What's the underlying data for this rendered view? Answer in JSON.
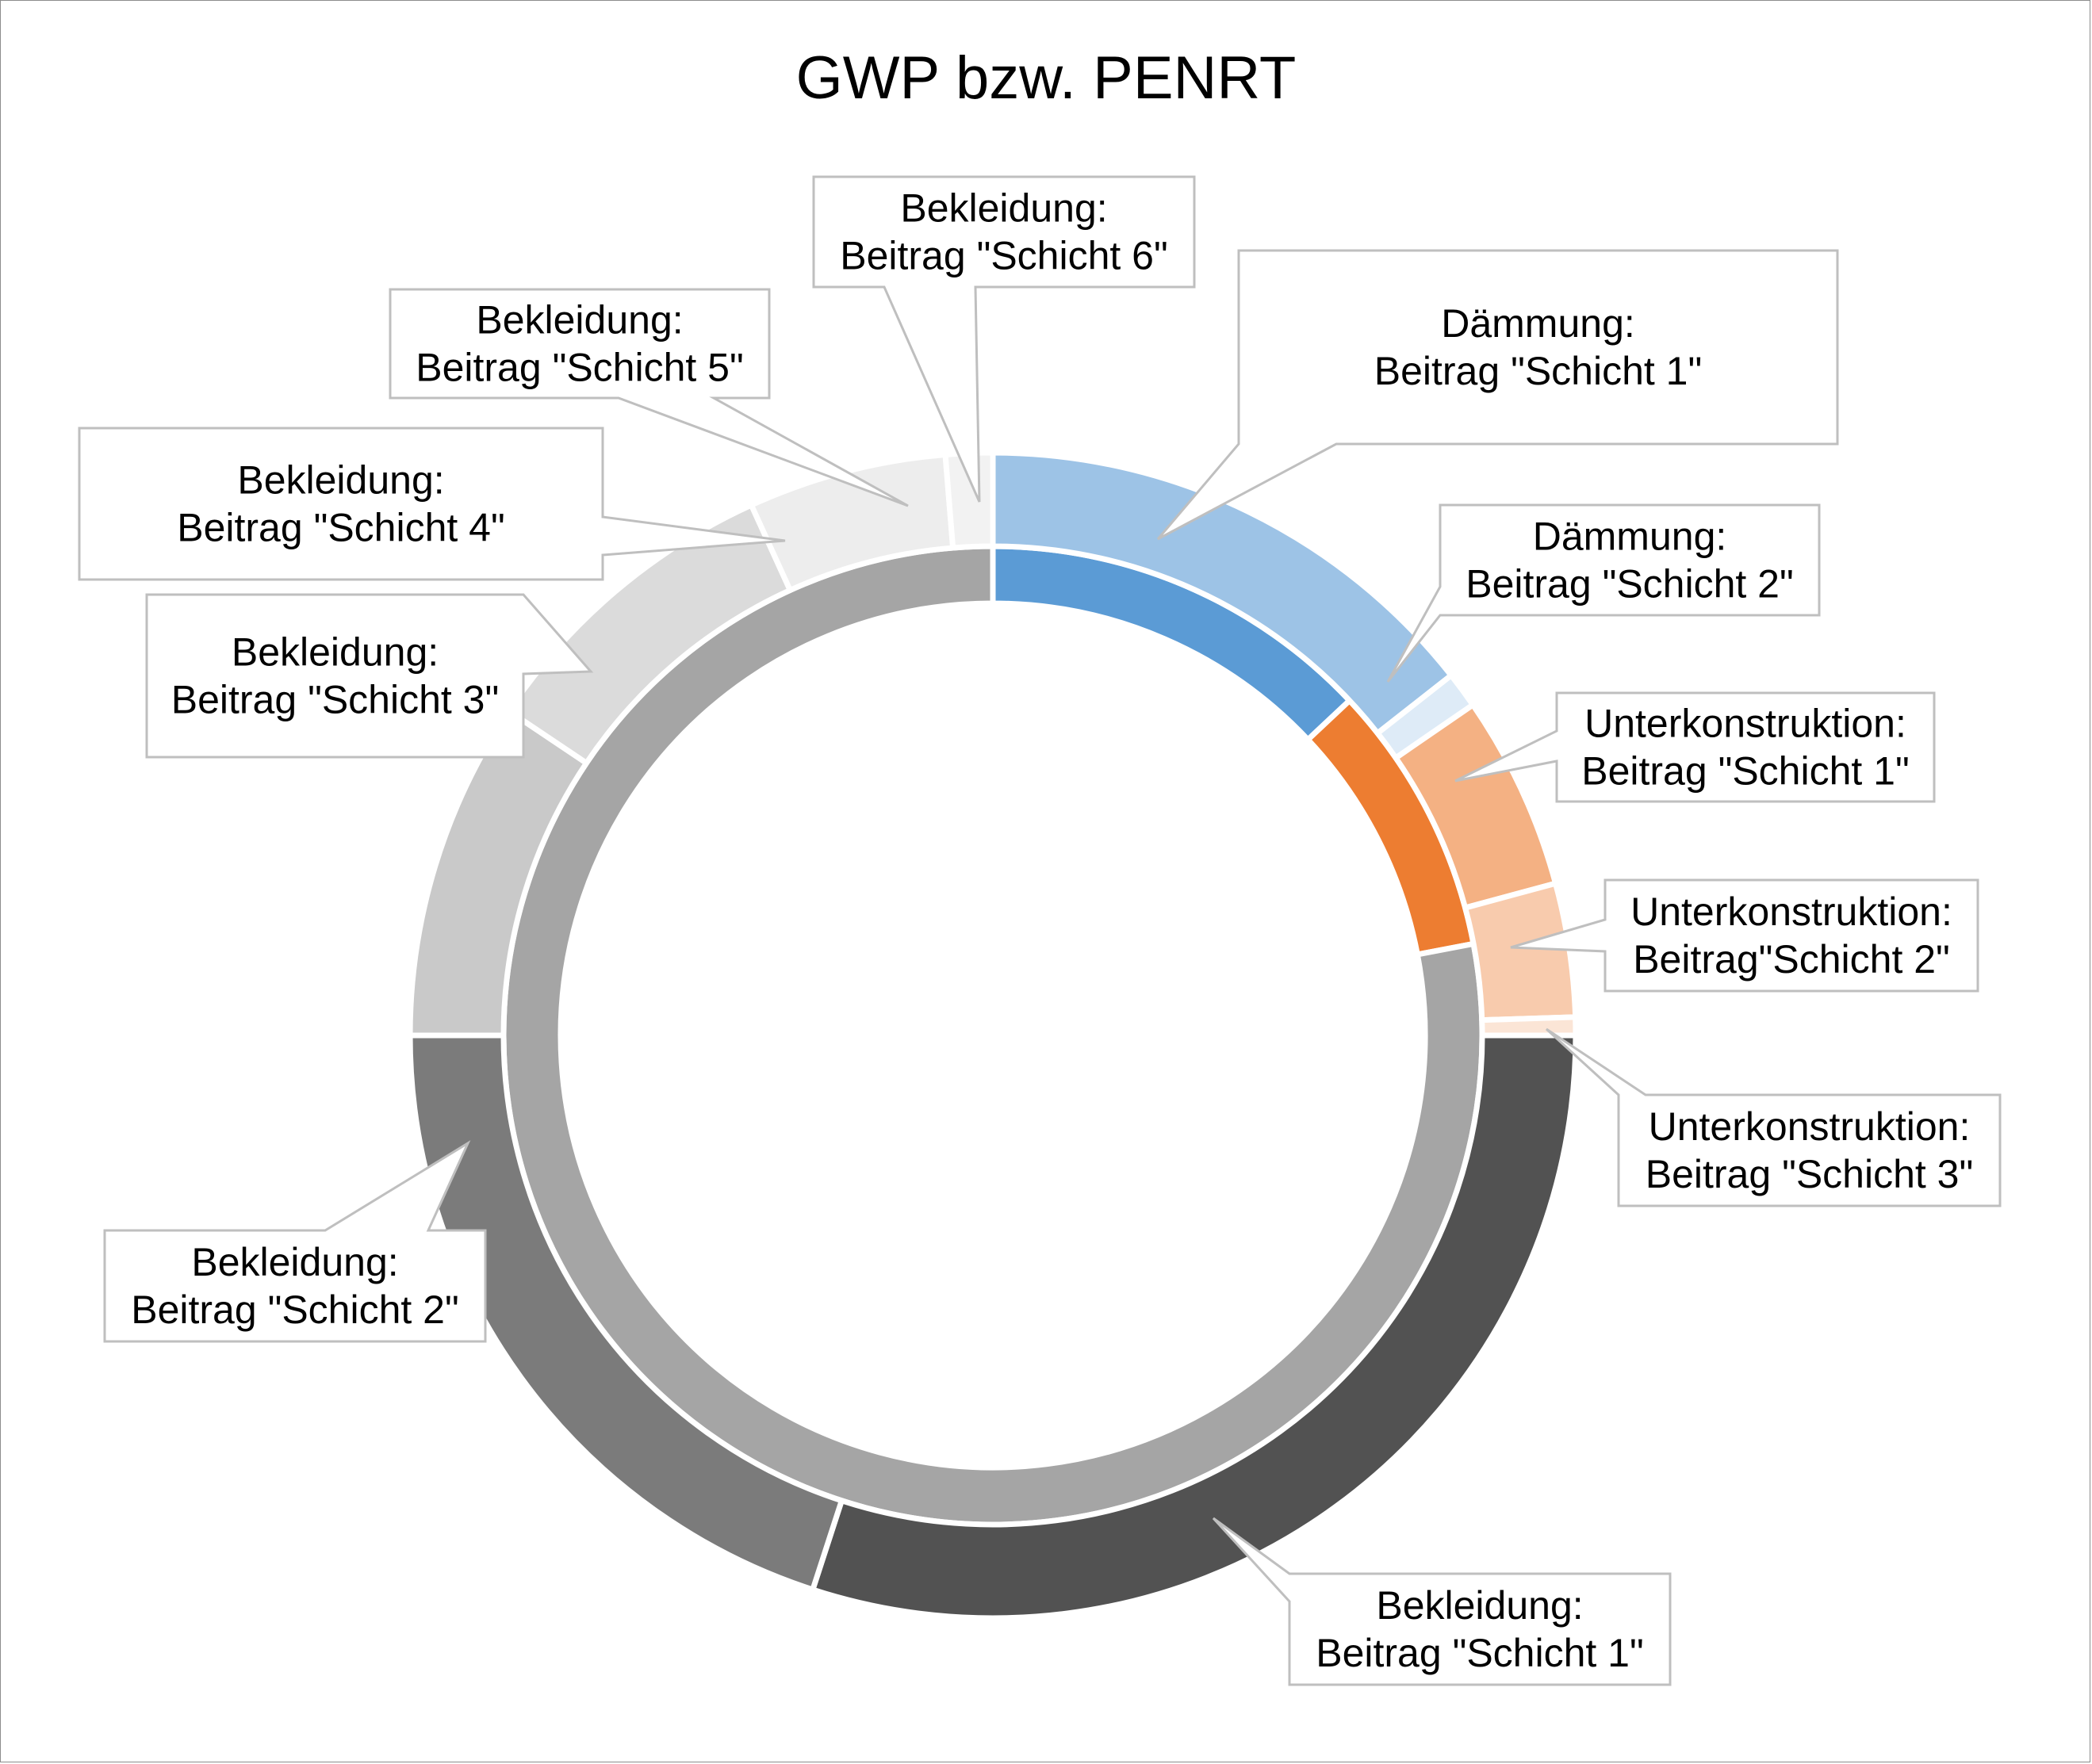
{
  "chart_data": {
    "type": "pie",
    "subtype": "doughnut",
    "title": "GWP bzw. PENRT",
    "rings": [
      {
        "ring": "inner",
        "slices": [
          {
            "value": 13.0,
            "color": "#5b9bd5"
          },
          {
            "value": 9.0,
            "color": "#ed7d31"
          },
          {
            "value": 78.0,
            "color": "#a5a5a5"
          }
        ]
      },
      {
        "ring": "outer",
        "slices": [
          {
            "value": 14.4,
            "color": "#9dc3e6",
            "label": [
              "Dämmung:",
              "Beitrag \"Schicht 1\""
            ]
          },
          {
            "value": 1.0,
            "color": "#deebf7",
            "label": [
              "Dämmung:",
              "Beitrag \"Schicht 2\""
            ]
          },
          {
            "value": 5.4,
            "color": "#f4b183",
            "label": [
              "Unterkonstruktion:",
              "Beitrag \"Schicht 1\""
            ]
          },
          {
            "value": 3.7,
            "color": "#f8cbad",
            "label": [
              "Unterkonstruktion:",
              "Beitrag\"Schicht 2\""
            ]
          },
          {
            "value": 0.5,
            "color": "#fbe5d6",
            "label": [
              "Unterkonstruktion:",
              "Beitrag \"Schicht 3\""
            ]
          },
          {
            "value": 30.0,
            "color": "#525252",
            "label": [
              "Bekleidung:",
              "Beitrag \"Schicht 1\""
            ]
          },
          {
            "value": 20.0,
            "color": "#7b7b7b",
            "label": [
              "Bekleidung:",
              "Beitrag \"Schicht 2\""
            ]
          },
          {
            "value": 9.4,
            "color": "#c9c9c9",
            "label": [
              "Bekleidung:",
              "Beitrag \"Schicht 3\""
            ]
          },
          {
            "value": 8.8,
            "color": "#dbdbdb",
            "label": [
              "Bekleidung:",
              "Beitrag \"Schicht 4\""
            ]
          },
          {
            "value": 5.5,
            "color": "#ededed",
            "label": [
              "Bekleidung:",
              "Beitrag \"Schicht 5\""
            ]
          },
          {
            "value": 1.3,
            "color": "#f2f2f2",
            "label": [
              "Bekleidung:",
              "Beitrag \"Schicht 6\""
            ]
          }
        ]
      }
    ],
    "legend": "none",
    "data_labels": "callouts"
  }
}
